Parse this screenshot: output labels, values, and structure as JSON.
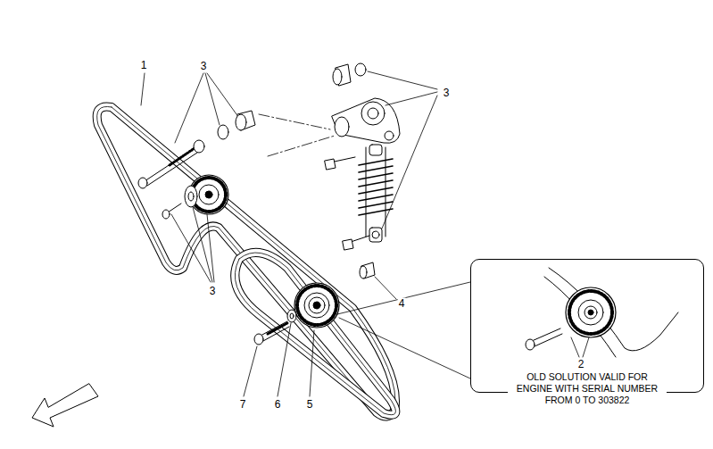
{
  "diagram": {
    "nodes": [
      {
        "text": [
          "OLD SOLUTION VALID FOR ENGINE WITH SERIAL NUMBER FROM 0 TO 303822"
        ]
      }
    ],
    "labels": [
      "1",
      "3",
      "3",
      "3",
      "4",
      "7",
      "6",
      "5",
      "2"
    ]
  }
}
